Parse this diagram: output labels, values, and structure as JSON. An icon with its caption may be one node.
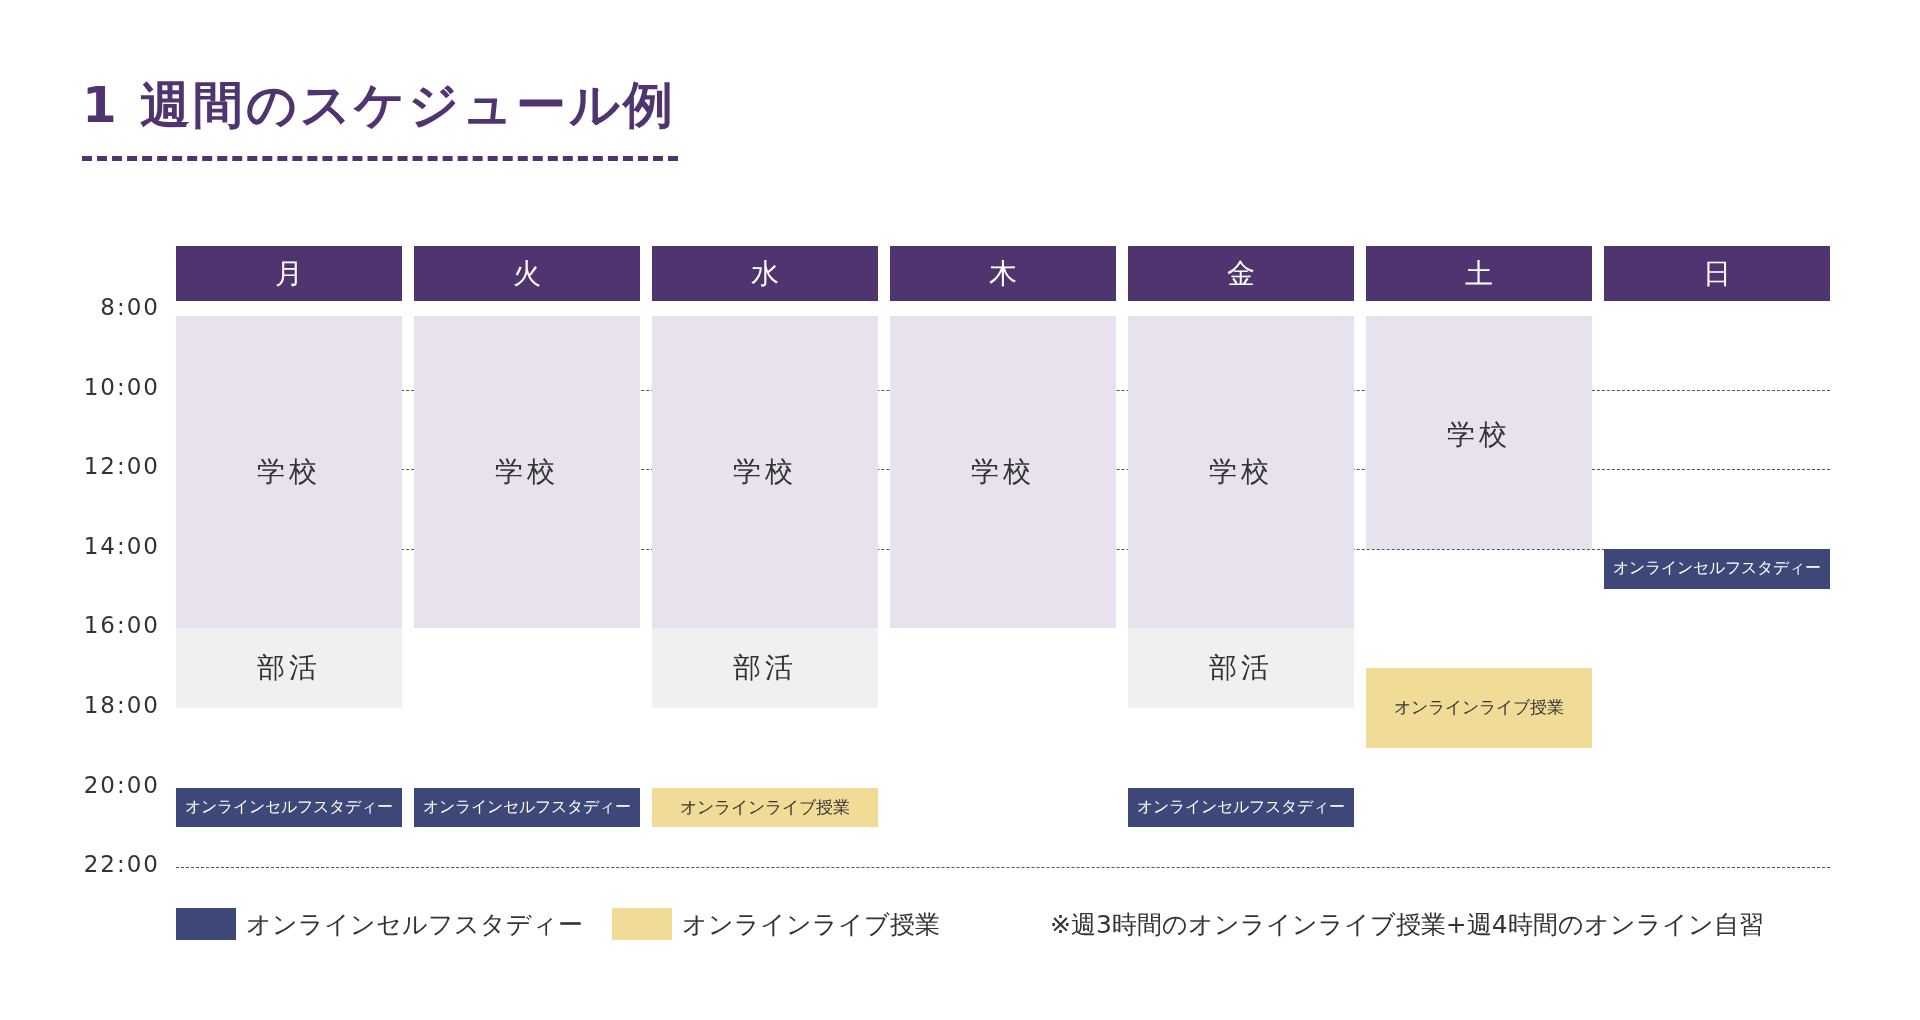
{
  "diagram": {
    "title": "1 週間のスケジュール例",
    "nodes": [
      {
        "text": [
          "月"
        ]
      },
      {
        "text": [
          "火"
        ]
      },
      {
        "text": [
          "水"
        ]
      },
      {
        "text": [
          "木"
        ]
      },
      {
        "text": [
          "金"
        ]
      },
      {
        "text": [
          "土"
        ]
      },
      {
        "text": [
          "日"
        ]
      },
      {
        "text": [
          "学校"
        ]
      },
      {
        "text": [
          "部活"
        ]
      },
      {
        "text": [
          "オンラインセルフスタディー"
        ]
      },
      {
        "text": [
          "学校"
        ]
      },
      {
        "text": [
          "オンラインセルフスタディー"
        ]
      },
      {
        "text": [
          "学校"
        ]
      },
      {
        "text": [
          "部活"
        ]
      },
      {
        "text": [
          "オンラインライブ授業"
        ]
      },
      {
        "text": [
          "学校"
        ]
      },
      {
        "text": [
          "学校"
        ]
      },
      {
        "text": [
          "部活"
        ]
      },
      {
        "text": [
          "オンラインセルフスタディー"
        ]
      },
      {
        "text": [
          "学校"
        ]
      },
      {
        "text": [
          "オンラインライブ授業"
        ]
      },
      {
        "text": [
          "オンラインセルフスタディー"
        ]
      }
    ],
    "labels": [
      "8:00",
      "10:00",
      "12:00",
      "14:00",
      "16:00",
      "18:00",
      "20:00",
      "22:00",
      "※週3時間のオンラインライブ授業+週4時間のオンライン自習"
    ],
    "legend": [
      {
        "text": "オンラインセルフスタディー",
        "color": "#3d4878"
      },
      {
        "text": "オンラインライブ授業",
        "color": "#f0dc96"
      }
    ]
  }
}
